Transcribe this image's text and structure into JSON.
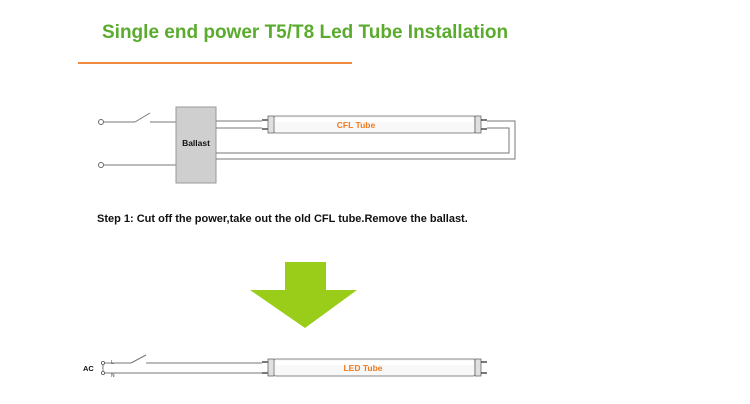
{
  "title": "Single end power T5/T8 Led Tube Installation",
  "step1": "Step 1: Cut off the power,take out the old CFL tube.Remove the ballast.",
  "top_diagram": {
    "ballast_label": "Ballast",
    "tube_label": "CFL Tube"
  },
  "bottom_diagram": {
    "ac_label": "AC",
    "live_label": "L",
    "neutral_label": "N",
    "tube_label": "LED Tube"
  },
  "colors": {
    "title": "#5aab2e",
    "title_rule": "#f08a3c",
    "tube_label": "#f07a1e",
    "arrow": "#9acd1a",
    "ballast_fill": "#cfcfcf",
    "wire": "#777777"
  }
}
